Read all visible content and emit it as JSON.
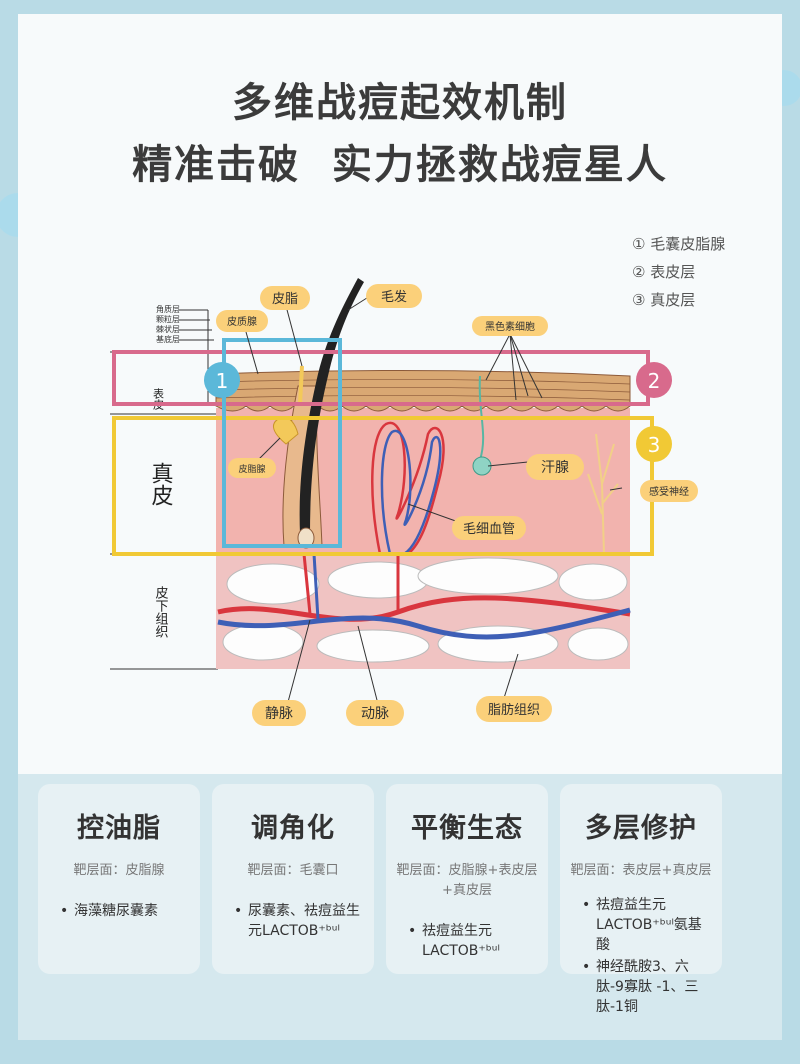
{
  "title": {
    "line1": "多维战痘起效机制",
    "line2": "精准击破  实力拯救战痘星人"
  },
  "legend": [
    "① 毛囊皮脂腺",
    "② 表皮层",
    "③ 真皮层"
  ],
  "diagram": {
    "labels": {
      "sebum": "皮脂",
      "hair": "毛发",
      "sweat_gland_top": "皮质腺",
      "melanocyte": "黑色素细胞",
      "sebaceous_gland": "皮脂腺",
      "sweat_gland": "汗腺",
      "nerve": "感受神经",
      "capillary": "毛细血管",
      "vein": "静脉",
      "artery": "动脉",
      "fat": "脂肪组织"
    },
    "layers": {
      "epidermis": "表皮",
      "dermis": "真皮",
      "hypodermis": "皮下组织"
    },
    "sublayers": [
      "角质层",
      "颗粒层",
      "棘状层",
      "基底层"
    ],
    "badges": [
      "1",
      "2",
      "3"
    ],
    "colors": {
      "blue_box": "#5bb8d9",
      "pink_box": "#d86a8c",
      "yellow_box": "#f1c935",
      "label_fill": "#fbd07a"
    }
  },
  "features": [
    {
      "title": "控油脂",
      "target": "靶层面：皮脂腺",
      "items": [
        "海藻糖尿囊素"
      ]
    },
    {
      "title": "调角化",
      "target": "靶层面：毛囊口",
      "items": [
        "尿囊素、祛痘益生元LACTOB⁺ᵇᵘˡ"
      ]
    },
    {
      "title": "平衡生态",
      "target": "靶层面：皮脂腺+表皮层+真皮层",
      "items": [
        "祛痘益生元LACTOB⁺ᵇᵘˡ"
      ]
    },
    {
      "title": "多层修护",
      "target": "靶层面：表皮层+真皮层",
      "items": [
        "祛痘益生元LACTOB⁺ᵇᵘˡ氨基酸",
        "神经酰胺3、六肽-9寡肽 -1、三肽-1铜"
      ]
    }
  ]
}
